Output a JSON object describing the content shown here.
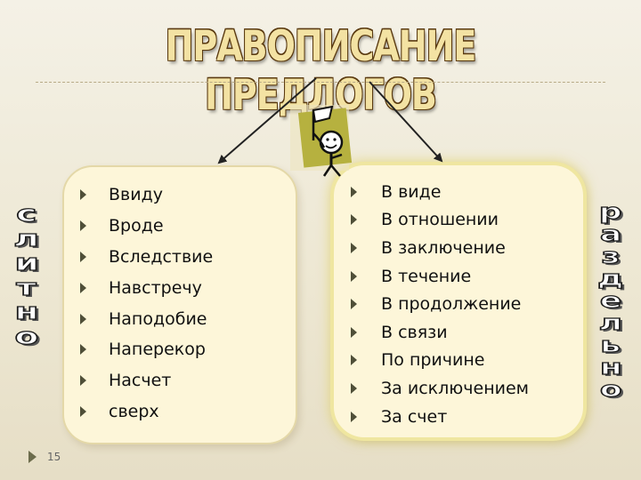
{
  "title": "ПРАВОПИСАНИЕ ПРЕДЛОГОВ",
  "left_vertical": [
    "с",
    "л",
    "и",
    "т",
    "н",
    "о"
  ],
  "right_vertical": [
    "р",
    "а",
    "з",
    "д",
    "е",
    "л",
    "ь",
    "н",
    "о"
  ],
  "left_list": [
    "Ввиду",
    "Вроде",
    "Вследствие",
    "Навстречу",
    "Наподобие",
    "Наперекор",
    "Насчет",
    "сверх"
  ],
  "right_list": [
    "В виде",
    "В отношении",
    "В заключение",
    "В течение",
    "В продолжение",
    "В связи",
    "По причине",
    "За исключением",
    "За счет"
  ],
  "page_number": "15",
  "colors": {
    "panel_fill": "#fdf6d9",
    "panel_glow": "#efe6a0",
    "title_fill": "#f3e2a3",
    "bullet": "#4f4f38"
  },
  "icons": {
    "center": "stick-figure-with-flag-icon",
    "bullet": "triangle-bullet-icon"
  }
}
